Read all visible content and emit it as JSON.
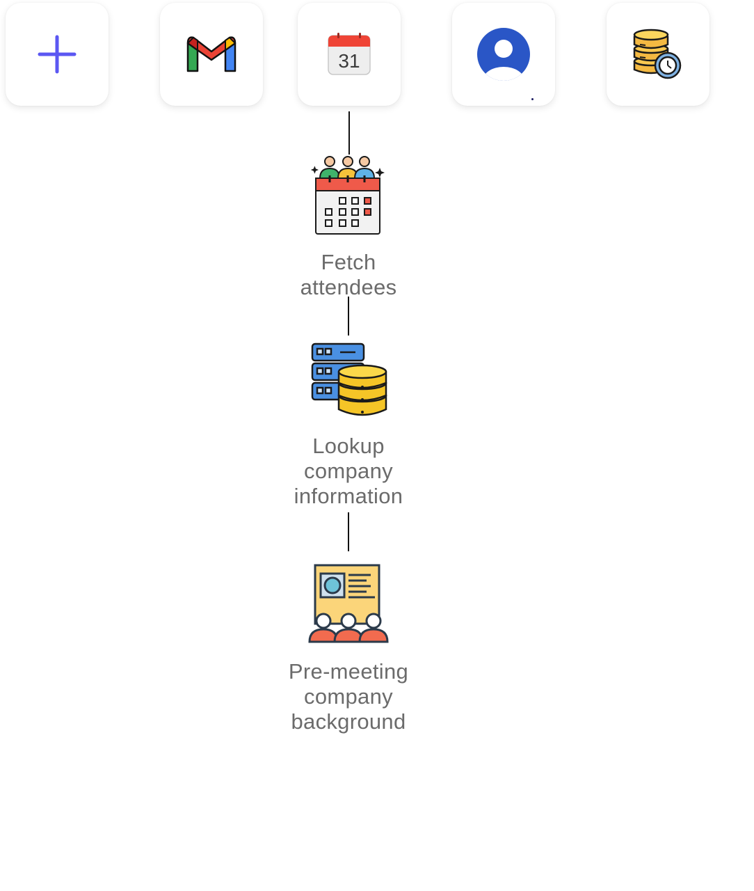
{
  "toolbar": {
    "apps": [
      {
        "icon": "plus-icon"
      },
      {
        "icon": "gmail-icon"
      },
      {
        "icon": "calendar-icon",
        "date": "31"
      },
      {
        "icon": "contacts-icon"
      },
      {
        "icon": "database-clock-icon"
      }
    ],
    "accent_color": "#5b57f2"
  },
  "workflow": {
    "steps": [
      {
        "label": "Fetch attendees",
        "icon": "meeting-calendar-icon"
      },
      {
        "label": "Lookup company information",
        "icon": "server-database-icon"
      },
      {
        "label": "Pre-meeting company background",
        "icon": "company-profile-icon"
      }
    ]
  }
}
